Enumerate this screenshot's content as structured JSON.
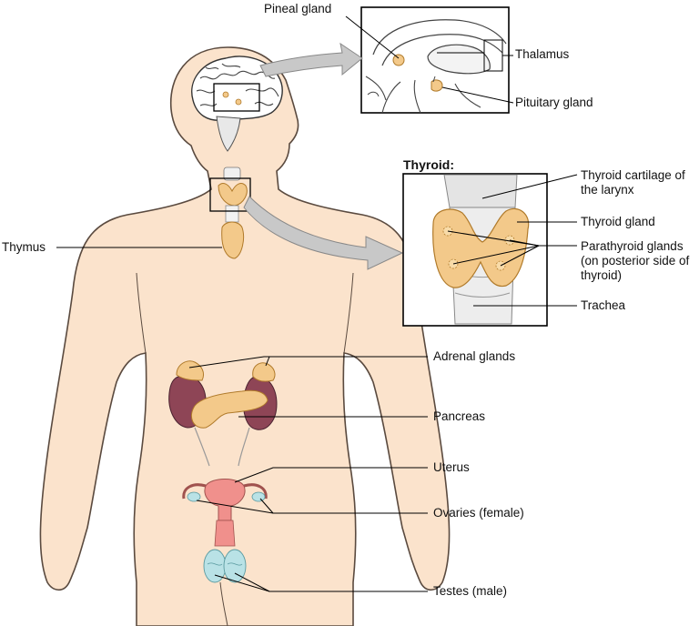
{
  "labels": {
    "pineal": "Pineal gland",
    "thalamus": "Thalamus",
    "pituitary": "Pituitary gland",
    "thyroid_title": "Thyroid:",
    "thyroid_cartilage": "Thyroid cartilage of the larynx",
    "thyroid_gland": "Thyroid gland",
    "parathyroid": "Parathyroid glands (on posterior side of thyroid)",
    "trachea": "Trachea",
    "thymus": "Thymus",
    "adrenal": "Adrenal glands",
    "pancreas": "Pancreas",
    "uterus": "Uterus",
    "ovaries": "Ovaries (female)",
    "testes": "Testes (male)"
  },
  "colors": {
    "skin": "#fbe3cc",
    "skin_outline": "#5a4a3f",
    "gland": "#f3c98a",
    "gland_outline": "#b07a2a",
    "kidney": "#8e4556",
    "uterus": "#f0908c",
    "ovary": "#b9e2e6",
    "arrow": "#c8c8c8"
  }
}
